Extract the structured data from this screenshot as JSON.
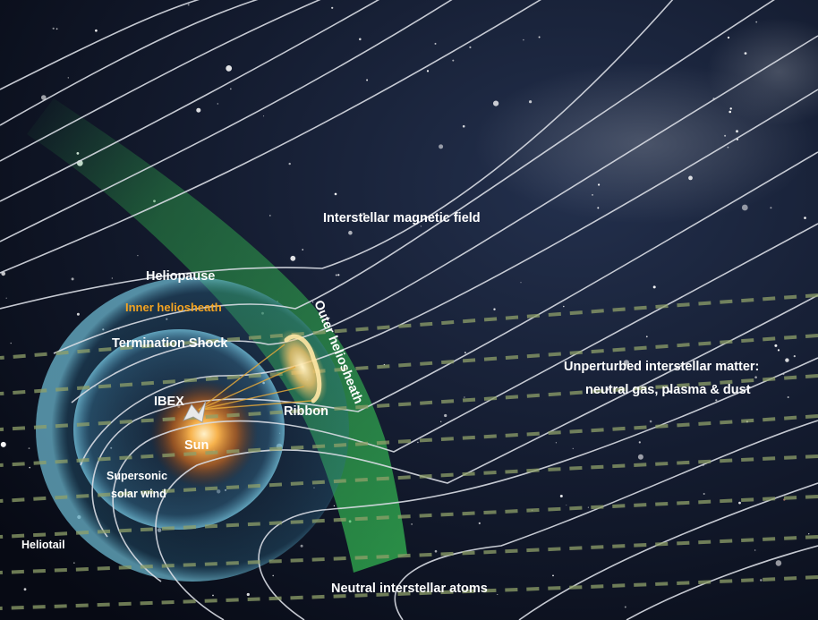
{
  "labels": {
    "interstellar_magnetic_field": "Interstellar magnetic field",
    "heliopause": "Heliopause",
    "inner_heliosheath": "Inner heliosheath",
    "termination_shock": "Termination Shock",
    "outer_heliosheath": "Outer heliosheath",
    "ibex": "IBEX",
    "ribbon": "Ribbon",
    "sun": "Sun",
    "supersonic_solar_wind_line1": "Supersonic",
    "supersonic_solar_wind_line2": "solar wind",
    "unperturbed_line1": "Unperturbed interstellar matter:",
    "unperturbed_line2": "neutral gas, plasma & dust",
    "heliotail": "Heliotail",
    "neutral_interstellar_atoms": "Neutral interstellar atoms"
  },
  "colors": {
    "space_dark": "#0a0f1c",
    "space_blue": "#1a2540",
    "field_lines": "#d9dde4",
    "neutral_arrows": "#8fa06a",
    "heliosphere_glow": "#5bb6d6",
    "sun_glow": "#f29a2e",
    "green_flow": "#2fa84a",
    "ribbon_glow": "#f4c46a",
    "label_white": "#ffffff",
    "label_orange": "#f3a321"
  }
}
